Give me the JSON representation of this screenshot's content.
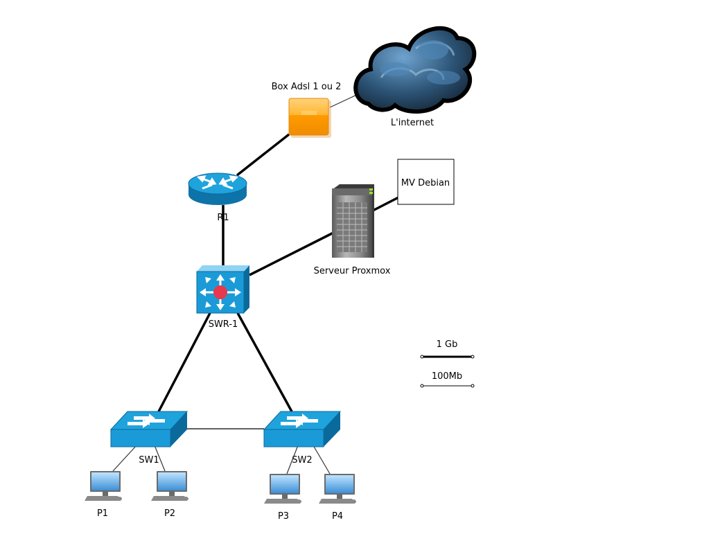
{
  "nodes": {
    "internet": {
      "label": "L'internet",
      "icon": "cloud-icon"
    },
    "box_adsl": {
      "label": "Box Adsl 1 ou 2",
      "icon": "modem-icon"
    },
    "router": {
      "label": "R1",
      "icon": "router-icon"
    },
    "server": {
      "label": "Serveur Proxmox",
      "icon": "server-icon"
    },
    "vm": {
      "label": "MV Debian"
    },
    "core_switch": {
      "label": "SWR-1",
      "icon": "layer3-switch-icon"
    },
    "sw1": {
      "label": "SW1",
      "icon": "switch-icon"
    },
    "sw2": {
      "label": "SW2",
      "icon": "switch-icon"
    },
    "p1": {
      "label": "P1",
      "icon": "workstation-icon"
    },
    "p2": {
      "label": "P2",
      "icon": "workstation-icon"
    },
    "p3": {
      "label": "P3",
      "icon": "workstation-icon"
    },
    "p4": {
      "label": "P4",
      "icon": "workstation-icon"
    }
  },
  "links": [
    {
      "from": "internet",
      "to": "box_adsl",
      "speed": "thin"
    },
    {
      "from": "box_adsl",
      "to": "router",
      "speed": "1 Gb"
    },
    {
      "from": "router",
      "to": "core_switch",
      "speed": "1 Gb"
    },
    {
      "from": "core_switch",
      "to": "server",
      "speed": "1 Gb"
    },
    {
      "from": "server",
      "to": "vm",
      "speed": "1 Gb"
    },
    {
      "from": "core_switch",
      "to": "sw1",
      "speed": "1 Gb"
    },
    {
      "from": "core_switch",
      "to": "sw2",
      "speed": "1 Gb"
    },
    {
      "from": "sw1",
      "to": "sw2",
      "speed": "100Mb"
    },
    {
      "from": "sw1",
      "to": "p1",
      "speed": "100Mb"
    },
    {
      "from": "sw1",
      "to": "p2",
      "speed": "100Mb"
    },
    {
      "from": "sw2",
      "to": "p3",
      "speed": "100Mb"
    },
    {
      "from": "sw2",
      "to": "p4",
      "speed": "100Mb"
    }
  ],
  "legend": {
    "gigabit": "1 Gb",
    "hundred_mb": "100Mb"
  },
  "colors": {
    "cisco_blue": "#1a9bd7",
    "modem_orange": "#ff9900",
    "cloud_dark": "#2b4a66",
    "link": "#000000"
  }
}
